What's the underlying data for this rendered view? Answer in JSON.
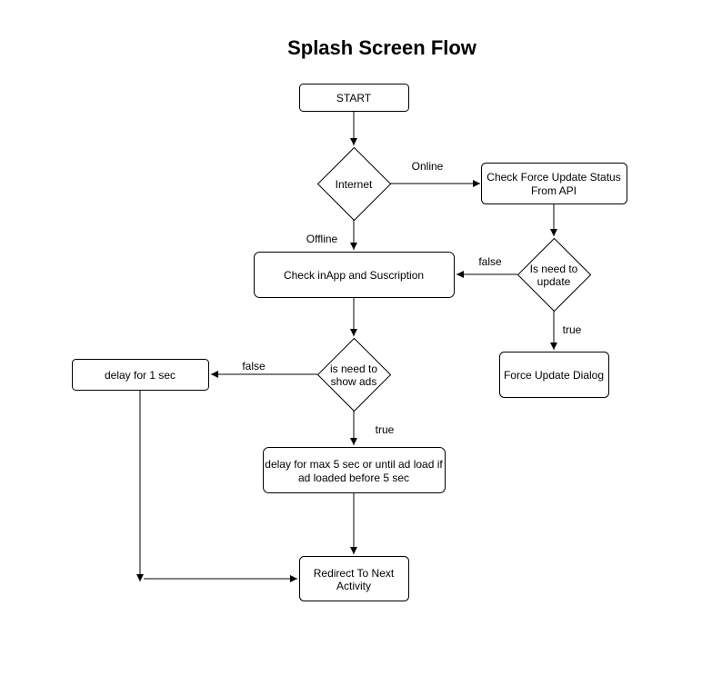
{
  "title": "Splash Screen Flow",
  "nodes": {
    "start": {
      "text": [
        "START"
      ]
    },
    "internet": {
      "text": [
        "Internet"
      ]
    },
    "check_force_update": {
      "text": [
        "Check Force Update Status",
        "From API"
      ]
    },
    "check_inapp": {
      "text": [
        "Check inApp and Suscription"
      ]
    },
    "is_need_to_update": {
      "text": [
        "Is need to",
        "update"
      ]
    },
    "force_update_dialog": {
      "text": [
        "Force Update Dialog"
      ]
    },
    "is_need_to_show_ads": {
      "text": [
        "is need to",
        "show ads"
      ]
    },
    "delay_1_sec": {
      "text": [
        "delay for 1 sec"
      ]
    },
    "delay_max_5_sec": {
      "text": [
        "delay for max 5 sec or until ad load if",
        "ad loaded before 5 sec"
      ]
    },
    "redirect": {
      "text": [
        "Redirect To Next",
        "Activity"
      ]
    }
  },
  "edge_labels": {
    "online": "Online",
    "offline": "Offline",
    "update_false": "false",
    "update_true": "true",
    "ads_false": "false",
    "ads_true": "true"
  }
}
